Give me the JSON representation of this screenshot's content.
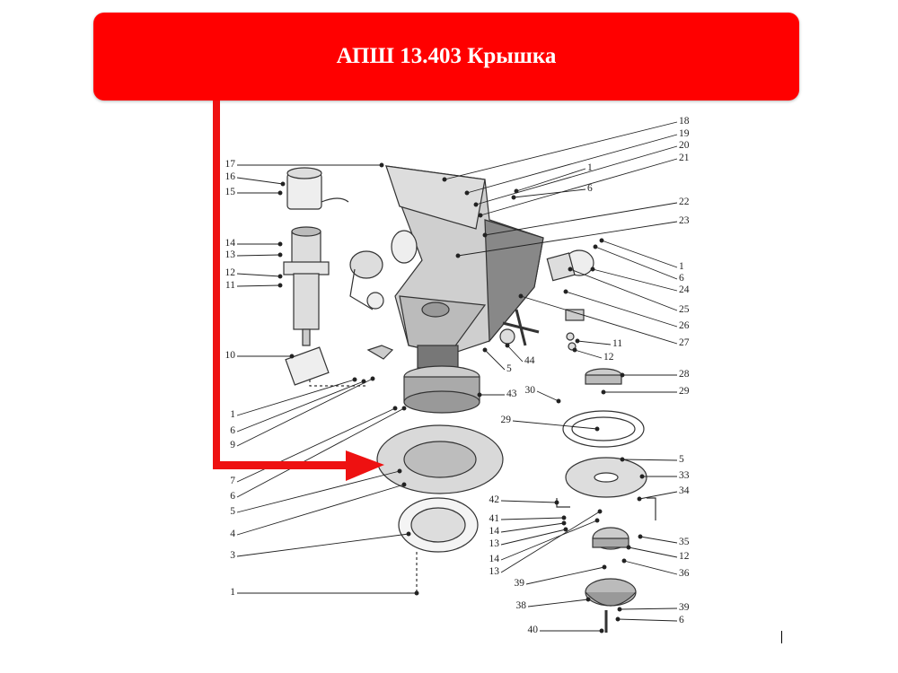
{
  "header": {
    "title": "АПШ 13.403 Крышка",
    "color": "#ff0000"
  },
  "diagram": {
    "left_labels": [
      "17",
      "16",
      "15",
      "14",
      "13",
      "12",
      "11",
      "10",
      "1",
      "6",
      "9",
      "7",
      "6",
      "5",
      "4",
      "3",
      "1"
    ],
    "right_labels": [
      "18",
      "19",
      "20",
      "21",
      "1",
      "6",
      "22",
      "23",
      "1",
      "6",
      "24",
      "25",
      "26",
      "27",
      "11",
      "12",
      "28",
      "29",
      "5",
      "33",
      "34",
      "35",
      "12",
      "36",
      "39",
      "6"
    ],
    "inner_labels": [
      "30",
      "29",
      "42",
      "41",
      "14",
      "13",
      "14",
      "13",
      "39",
      "38",
      "40",
      "44",
      "5",
      "43"
    ],
    "pointer_arrow_color": "#ee1111"
  }
}
